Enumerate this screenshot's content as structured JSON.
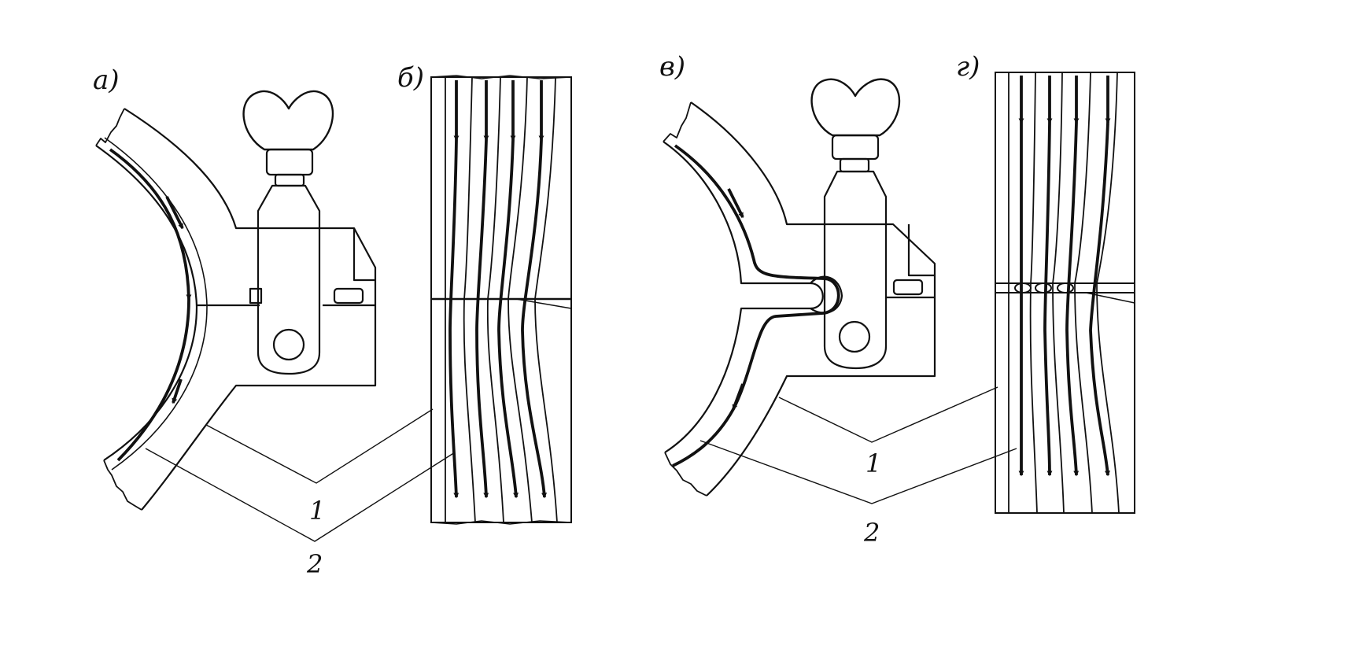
{
  "panels": {
    "a": {
      "label": "а)"
    },
    "b": {
      "label": "б)"
    },
    "v": {
      "label": "в)"
    },
    "g": {
      "label": "г)"
    }
  },
  "callouts": {
    "left": {
      "one": "1",
      "two": "2"
    },
    "right": {
      "one": "1",
      "two": "2"
    }
  },
  "colors": {
    "ink": "#111111",
    "background": "#ffffff"
  }
}
